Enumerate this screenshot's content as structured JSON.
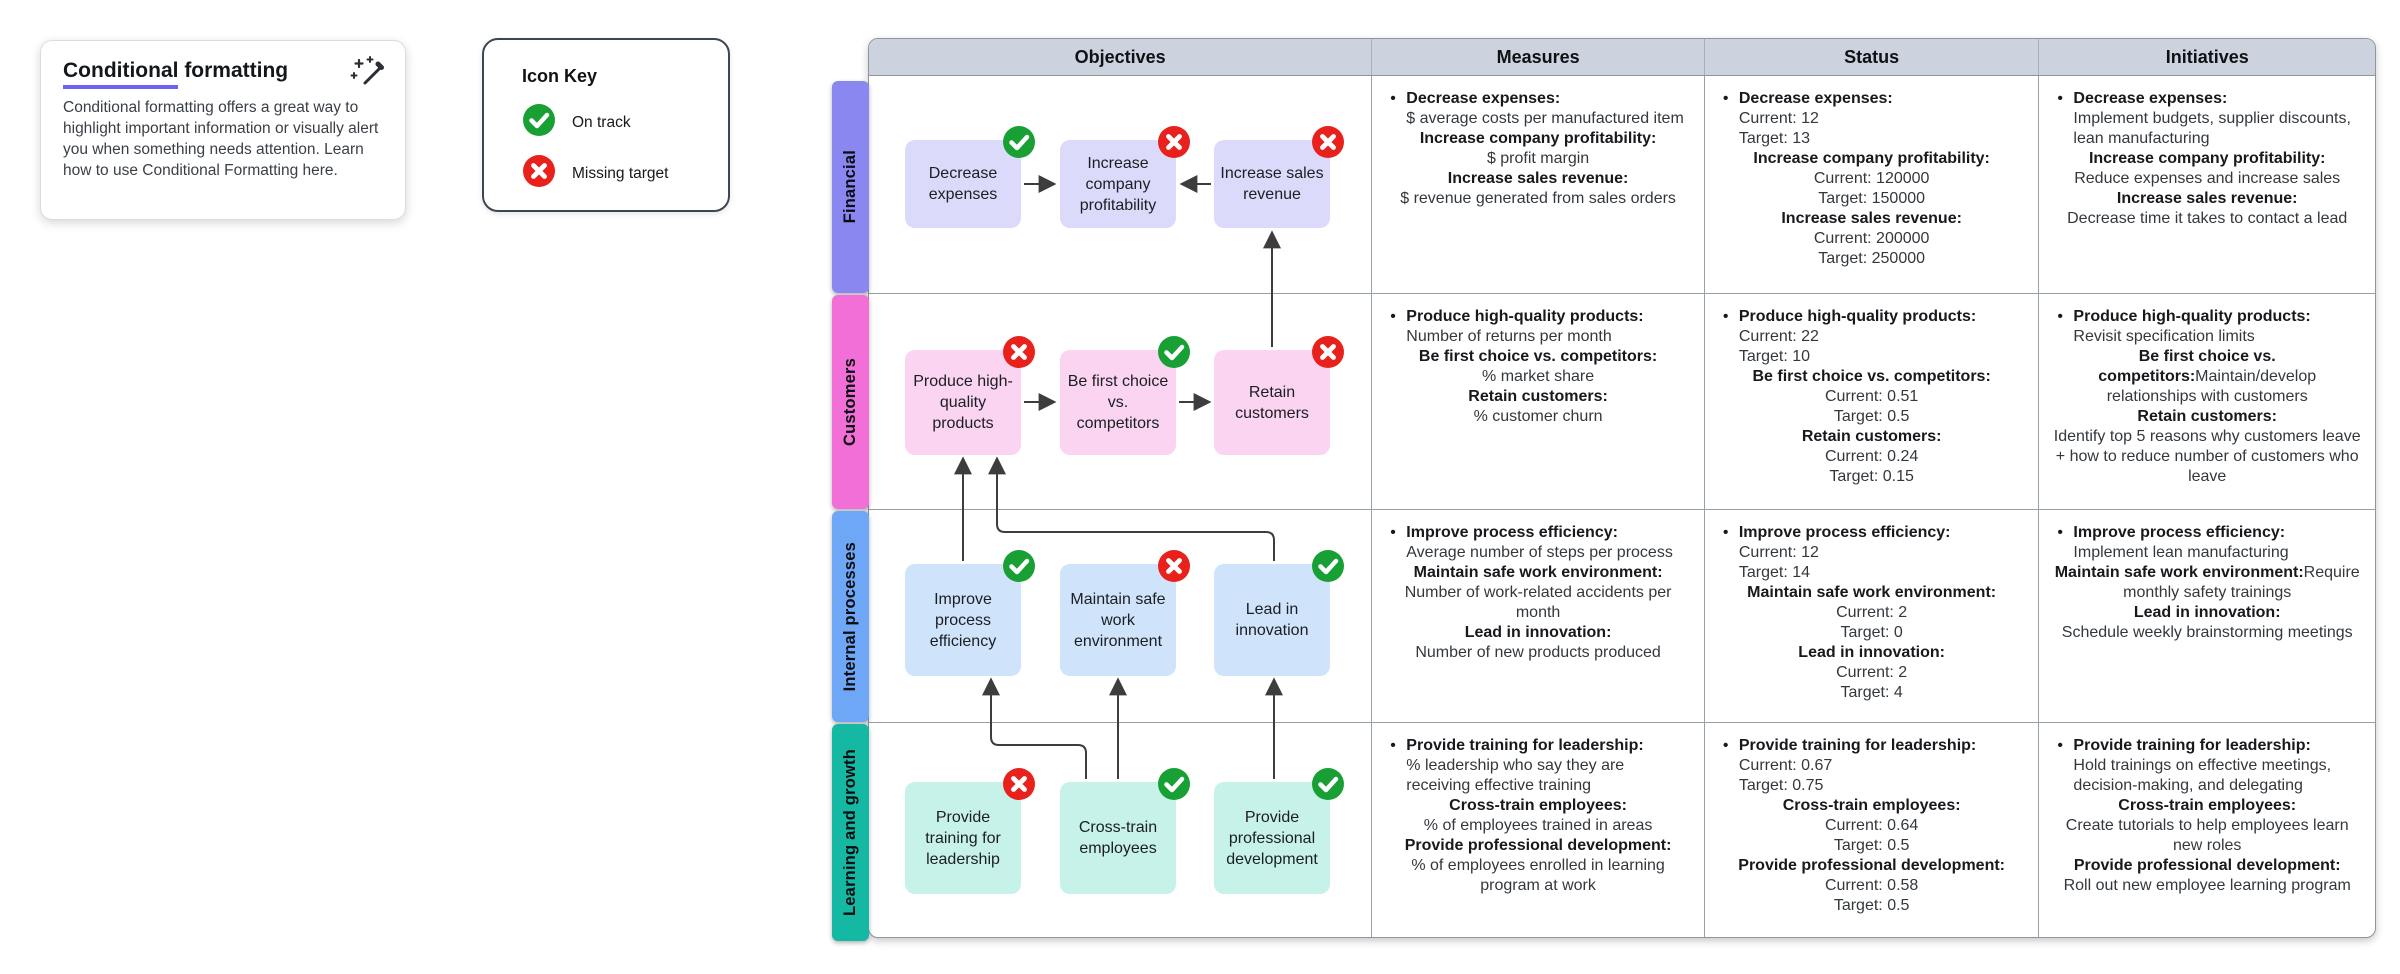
{
  "card": {
    "title_underline": "Conditional",
    "title_rest": " formatting",
    "body": "Conditional formatting offers a great way to highlight important information or visually alert you when something needs attention. Learn how to use Conditional Formatting here.",
    "icon": "magic-wand-icon"
  },
  "icon_key": {
    "title": "Icon Key",
    "entries": [
      {
        "icon": "check-circle-icon",
        "status": "on-track",
        "label": "On track"
      },
      {
        "icon": "x-circle-icon",
        "status": "missing-target",
        "label": "Missing target"
      }
    ]
  },
  "colors": {
    "green": "#18a035",
    "red": "#e8211d",
    "header_bg": "#cdd3de",
    "border": "#98a0a8",
    "underline_accent": "#6c63f2",
    "connector": "#3d3d3d"
  },
  "table": {
    "columns": [
      "Objectives",
      "Measures",
      "Status",
      "Initiatives"
    ],
    "rows": [
      {
        "label": "Financial",
        "colors": {
          "strip": "#8b87f1",
          "box": "#dcdafa"
        },
        "boxes": [
          {
            "text": "Decrease expenses",
            "status": "on-track"
          },
          {
            "text": "Increase company profitability",
            "status": "missing-target"
          },
          {
            "text": "Increase sales revenue",
            "status": "missing-target"
          }
        ],
        "measures": [
          {
            "head": "Decrease expenses",
            "desc": [
              "$ average costs per manufactured item"
            ]
          },
          {
            "head": "Increase company profitability",
            "desc": [
              "$ profit margin"
            ]
          },
          {
            "head": "Increase sales revenue",
            "desc": [
              "$ revenue generated from sales orders"
            ]
          }
        ],
        "status": [
          {
            "head": "Decrease expenses",
            "desc": [
              "Current: 12",
              "Target: 13"
            ]
          },
          {
            "head": "Increase company profitability",
            "desc": [
              "Current: 120000",
              "Target: 150000"
            ]
          },
          {
            "head": "Increase sales revenue",
            "desc": [
              "Current: 200000",
              "Target: 250000"
            ]
          }
        ],
        "initiatives": [
          {
            "head": "Decrease expenses",
            "desc": [
              "Implement budgets, supplier discounts, lean manufacturing"
            ]
          },
          {
            "head": "Increase company profitability",
            "desc": [
              "Reduce expenses and increase sales"
            ]
          },
          {
            "head": "Increase sales revenue",
            "desc": [
              "Decrease time it takes to contact a lead"
            ]
          }
        ]
      },
      {
        "label": "Customers",
        "colors": {
          "strip": "#f16fd6",
          "box": "#fbd4f2"
        },
        "boxes": [
          {
            "text": "Produce high-quality products",
            "status": "missing-target"
          },
          {
            "text": "Be first choice vs. competitors",
            "status": "on-track"
          },
          {
            "text": "Retain customers",
            "status": "missing-target"
          }
        ],
        "measures": [
          {
            "head": "Produce high-quality products",
            "desc": [
              "Number of returns per month"
            ]
          },
          {
            "head": "Be first choice vs. competitors",
            "desc": [
              "% market share"
            ]
          },
          {
            "head": "Retain customers",
            "desc": [
              "% customer churn"
            ]
          }
        ],
        "status": [
          {
            "head": "Produce high-quality products",
            "desc": [
              "Current: 22",
              "Target: 10"
            ]
          },
          {
            "head": "Be first choice vs. competitors",
            "desc": [
              "Current: 0.51",
              "Target: 0.5"
            ]
          },
          {
            "head": "Retain customers",
            "desc": [
              "Current: 0.24",
              "Target: 0.15"
            ]
          }
        ],
        "initiatives": [
          {
            "head": "Produce high-quality products",
            "desc": [
              "Revisit specification limits"
            ]
          },
          {
            "head": "Be first choice vs. competitors",
            "desc": [
              "Maintain/develop relationships with customers"
            ],
            "inline": true
          },
          {
            "head": "Retain customers",
            "desc": [
              "Identify top 5 reasons why customers leave + how to reduce number of customers who leave"
            ]
          }
        ]
      },
      {
        "label": "Internal processes",
        "colors": {
          "strip": "#6ea7f6",
          "box": "#cfe3fb"
        },
        "boxes": [
          {
            "text": "Improve process efficiency",
            "status": "on-track"
          },
          {
            "text": "Maintain safe work environment",
            "status": "missing-target"
          },
          {
            "text": "Lead in innovation",
            "status": "on-track"
          }
        ],
        "measures": [
          {
            "head": "Improve process efficiency",
            "desc": [
              "Average number of steps per process"
            ]
          },
          {
            "head": "Maintain safe work environment",
            "desc": [
              "Number of work-related accidents per month"
            ]
          },
          {
            "head": "Lead in innovation",
            "desc": [
              "Number of new products produced"
            ]
          }
        ],
        "status": [
          {
            "head": "Improve process efficiency",
            "desc": [
              "Current: 12",
              "Target: 14"
            ]
          },
          {
            "head": "Maintain safe work environment",
            "desc": [
              "Current: 2",
              "Target: 0"
            ]
          },
          {
            "head": "Lead in innovation",
            "desc": [
              "Current: 2",
              "Target: 4"
            ]
          }
        ],
        "initiatives": [
          {
            "head": "Improve process efficiency",
            "desc": [
              "Implement lean manufacturing"
            ]
          },
          {
            "head": "Maintain safe work environment",
            "desc": [
              "Require monthly safety trainings"
            ],
            "inline": true
          },
          {
            "head": "Lead in innovation",
            "desc": [
              "Schedule weekly brainstorming meetings"
            ]
          }
        ]
      },
      {
        "label": "Learning and growth",
        "colors": {
          "strip": "#14b8a3",
          "box": "#c7f2e9"
        },
        "boxes": [
          {
            "text": "Provide training for leadership",
            "status": "missing-target"
          },
          {
            "text": "Cross-train employees",
            "status": "on-track"
          },
          {
            "text": "Provide professional development",
            "status": "on-track"
          }
        ],
        "measures": [
          {
            "head": "Provide training for leadership",
            "desc": [
              "% leadership who say they are receiving effective training"
            ]
          },
          {
            "head": "Cross-train employees",
            "desc": [
              "% of employees trained in areas"
            ]
          },
          {
            "head": "Provide professional development",
            "desc": [
              "% of employees enrolled in learning program at work"
            ]
          }
        ],
        "status": [
          {
            "head": "Provide training for leadership",
            "desc": [
              "Current: 0.67",
              "Target: 0.75"
            ]
          },
          {
            "head": "Cross-train employees",
            "desc": [
              "Current: 0.64",
              "Target: 0.5"
            ]
          },
          {
            "head": "Provide professional development",
            "desc": [
              "Current: 0.58",
              "Target: 0.5"
            ]
          }
        ],
        "initiatives": [
          {
            "head": "Provide training for leadership",
            "desc": [
              "Hold trainings on effective meetings, decision-making, and delegating"
            ]
          },
          {
            "head": "Cross-train employees",
            "desc": [
              "Create tutorials to help employees learn new roles"
            ]
          },
          {
            "head": "Provide professional development",
            "desc": [
              "Roll out new employee learning program"
            ]
          }
        ]
      }
    ]
  }
}
